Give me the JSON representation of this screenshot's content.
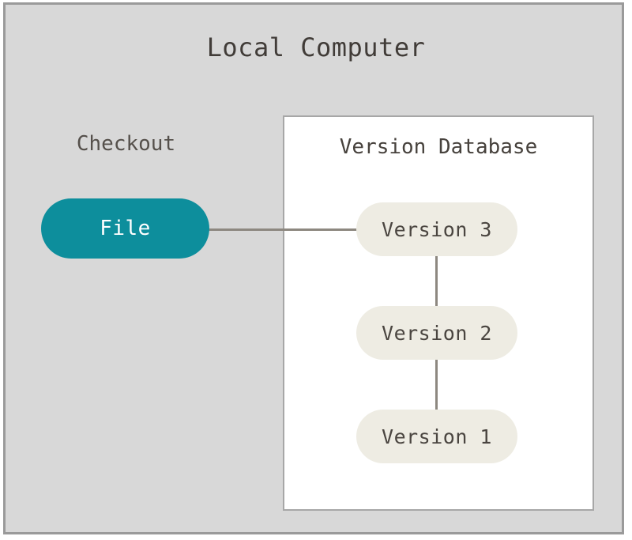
{
  "diagram": {
    "title": "Local Computer",
    "checkout": {
      "label": "Checkout",
      "file_node": "File"
    },
    "version_database": {
      "title": "Version Database",
      "versions": [
        {
          "label": "Version 3"
        },
        {
          "label": "Version 2"
        },
        {
          "label": "Version 1"
        }
      ]
    },
    "colors": {
      "outer_background": "#d8d8d8",
      "outer_border": "#9a9a9a",
      "db_background": "#ffffff",
      "db_border": "#a7a7a7",
      "file_pill": "#0d8e9c",
      "file_pill_text": "#ffffff",
      "version_pill": "#eeece3",
      "version_pill_text": "#4a4540",
      "connector": "#8d8880",
      "title_text": "#413c38"
    }
  }
}
